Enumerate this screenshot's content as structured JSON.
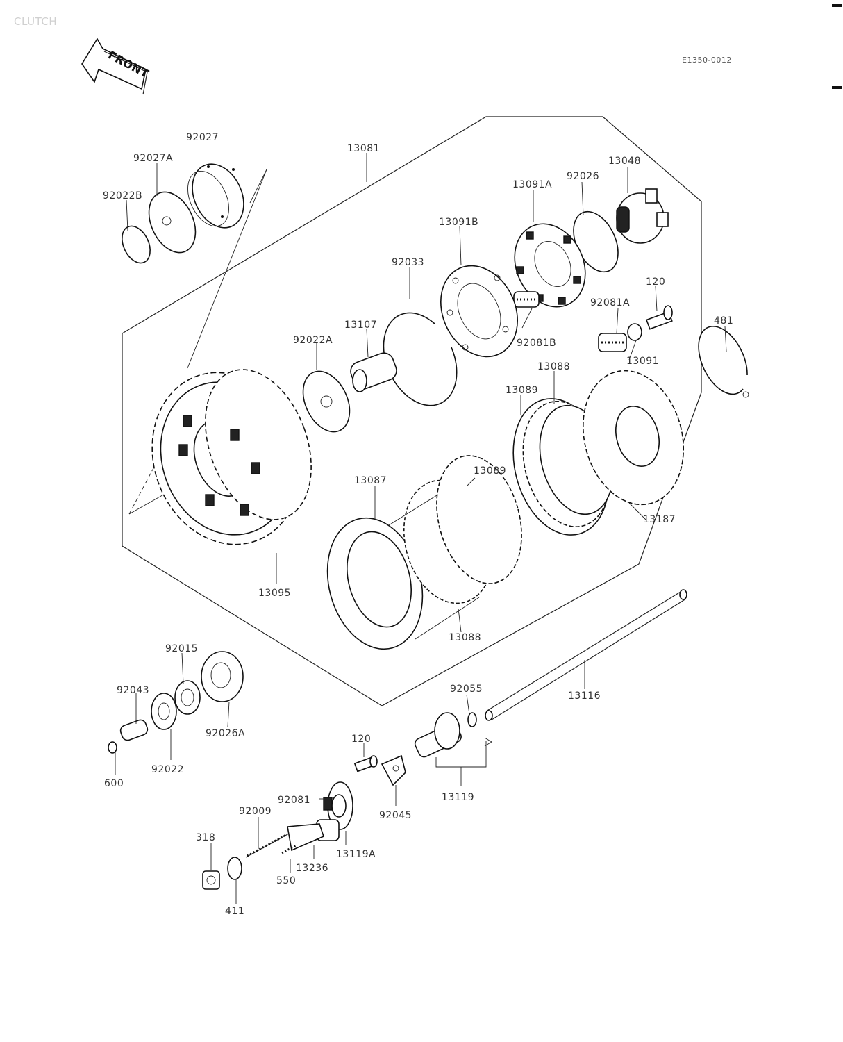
{
  "header": {
    "section_title": "CLUTCH",
    "figure_code": "E1350-0012",
    "direction_arrow": "FRONT"
  },
  "parts": [
    {
      "id": "p92027",
      "label": "92027"
    },
    {
      "id": "p92027A",
      "label": "92027A"
    },
    {
      "id": "p92022B",
      "label": "92022B"
    },
    {
      "id": "p13081",
      "label": "13081"
    },
    {
      "id": "p13091A",
      "label": "13091A"
    },
    {
      "id": "p92026",
      "label": "92026"
    },
    {
      "id": "p13048",
      "label": "13048"
    },
    {
      "id": "p13091B",
      "label": "13091B"
    },
    {
      "id": "p92033",
      "label": "92033"
    },
    {
      "id": "p120a",
      "label": "120"
    },
    {
      "id": "p92081A",
      "label": "92081A"
    },
    {
      "id": "p481",
      "label": "481"
    },
    {
      "id": "p13107",
      "label": "13107"
    },
    {
      "id": "p92022A",
      "label": "92022A"
    },
    {
      "id": "p92081B",
      "label": "92081B"
    },
    {
      "id": "p13091",
      "label": "13091"
    },
    {
      "id": "p13088a",
      "label": "13088"
    },
    {
      "id": "p13089a",
      "label": "13089"
    },
    {
      "id": "p13087",
      "label": "13087"
    },
    {
      "id": "p13089b",
      "label": "13089"
    },
    {
      "id": "p13187",
      "label": "13187"
    },
    {
      "id": "p13095",
      "label": "13095"
    },
    {
      "id": "p13088b",
      "label": "13088"
    },
    {
      "id": "p92015",
      "label": "92015"
    },
    {
      "id": "p92043",
      "label": "92043"
    },
    {
      "id": "p92026A",
      "label": "92026A"
    },
    {
      "id": "p92022",
      "label": "92022"
    },
    {
      "id": "p600",
      "label": "600"
    },
    {
      "id": "p92055",
      "label": "92055"
    },
    {
      "id": "p13116",
      "label": "13116"
    },
    {
      "id": "p120b",
      "label": "120"
    },
    {
      "id": "p13119",
      "label": "13119"
    },
    {
      "id": "p92045",
      "label": "92045"
    },
    {
      "id": "p92081",
      "label": "92081"
    },
    {
      "id": "p92009",
      "label": "92009"
    },
    {
      "id": "p318",
      "label": "318"
    },
    {
      "id": "p13119A",
      "label": "13119A"
    },
    {
      "id": "p13236",
      "label": "13236"
    },
    {
      "id": "p550",
      "label": "550"
    },
    {
      "id": "p411",
      "label": "411"
    }
  ]
}
